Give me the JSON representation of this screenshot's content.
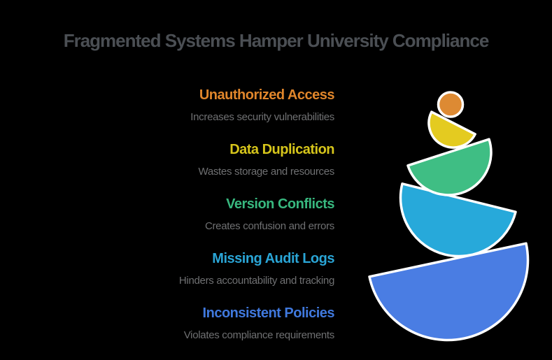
{
  "title": {
    "text": "Fragmented Systems Hamper University Compliance",
    "color": "#4b4f54"
  },
  "subtitle_color": "#6f7072",
  "background_color": "#000000",
  "items": [
    {
      "title": "Unauthorized Access",
      "subtitle": "Increases security vulnerabilities",
      "color": "#e0862b"
    },
    {
      "title": "Data Duplication",
      "subtitle": "Wastes storage and resources",
      "color": "#d6c51b"
    },
    {
      "title": "Version Conflicts",
      "subtitle": "Creates confusion and errors",
      "color": "#38b87f"
    },
    {
      "title": "Missing Audit Logs",
      "subtitle": "Hinders accountability and tracking",
      "color": "#2aa5d6"
    },
    {
      "title": "Inconsistent Policies",
      "subtitle": "Violates compliance requirements",
      "color": "#4079de"
    }
  ],
  "graphic": {
    "description": "balancing stack of semicircular bowls with ball on top",
    "outline_color": "#ffffff",
    "shapes": [
      {
        "name": "bowl-largest",
        "type": "semicircle",
        "color": "#4a7de3"
      },
      {
        "name": "bowl-large",
        "type": "semicircle",
        "color": "#27a9da"
      },
      {
        "name": "bowl-medium",
        "type": "semicircle",
        "color": "#3fbe84"
      },
      {
        "name": "bowl-small",
        "type": "semicircle",
        "color": "#e4cb20"
      },
      {
        "name": "ball",
        "type": "circle",
        "color": "#dd8a33"
      }
    ]
  }
}
